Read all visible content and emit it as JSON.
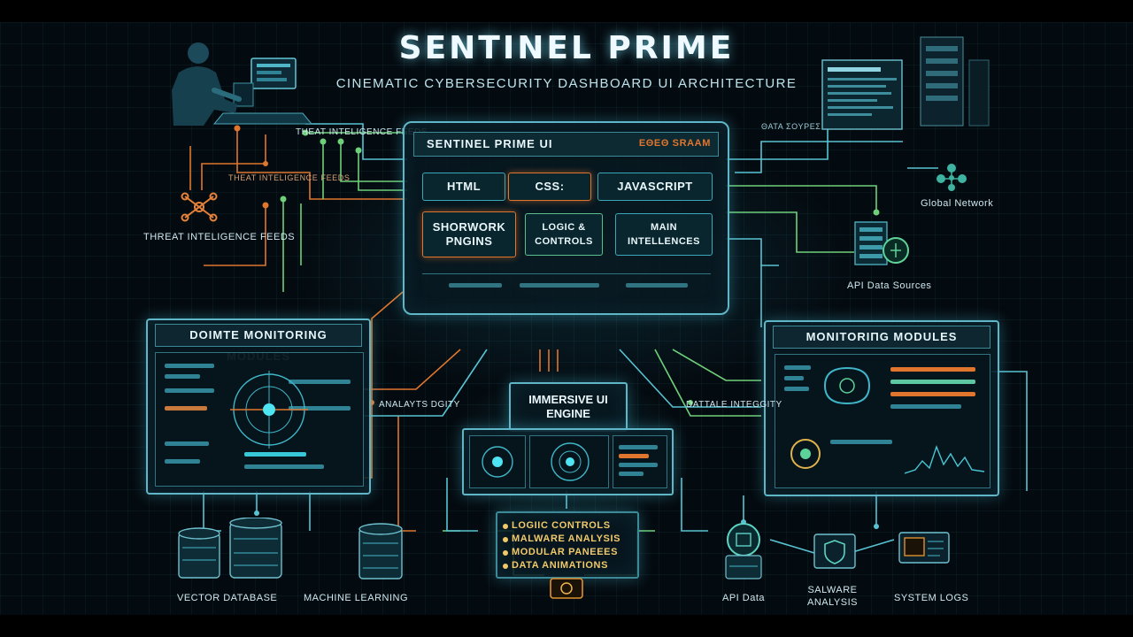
{
  "header": {
    "title": "SENTINEL PRIME",
    "subtitle": "CINEMATIC CYBERSECURITY DASHBOARD UI ARCHITECTURE"
  },
  "core_panel": {
    "title": "SENTINEL PRIME UI",
    "tag": "ΕΘΕΘ ЅRAAM",
    "chips": [
      {
        "label": "HTML",
        "accent": "teal"
      },
      {
        "label": "CSS:",
        "accent": "orange"
      },
      {
        "label": "JAVASCRIPT",
        "accent": "teal"
      },
      {
        "label": "SHORWORK\nPNGINS",
        "accent": "orange"
      },
      {
        "label": "LOGIC &\nCONTROLS",
        "accent": "green"
      },
      {
        "label": "MAIN\nINTELLENCES",
        "accent": "teal"
      }
    ]
  },
  "labels": {
    "threat_top": "ΤΗΕΑΤ ΙΝΤΕLIGENCE FEEDS",
    "threat_mid": "ΤΗΕΑΤ ΙΝΤΕLIGENCE FEEDS",
    "threat_left": "THREAT INTELIGENCE FEEDS",
    "global_network": "Global Network",
    "api_sources": "API Data Sources",
    "top_right_tag": "ΘΑΤΑ ΣΟΥΡΕΣ",
    "analysis_left": "ANALAYTS DGITY",
    "integrity_right": "DATTALE INTEGGITY"
  },
  "left_module": {
    "title": "DOIMTE MONITORING MODULES"
  },
  "right_module": {
    "title": "MONITORIΠG MODULES"
  },
  "engine": {
    "title": "IMMERSIVE UI\nENGINE",
    "items": [
      "LOGIIC CONTROLS",
      "MALWARE ANALYSIS",
      "MODULAR PANEEES",
      "DATA ANIMATIONS"
    ]
  },
  "bottom": {
    "vector_db": "VECTOR DATABASE",
    "ml": "MACHINE LEARNING",
    "api_data": "API Data",
    "malware": "SALWARE\nANALYSIS",
    "logs": "SYSTEM LOGS"
  },
  "colors": {
    "teal": "#5fb6c6",
    "orange": "#e0762e",
    "green": "#6fd07a",
    "yellow": "#f0c96a",
    "bg": "#040b10"
  },
  "icons": [
    "hacker-silhouette-icon",
    "network-nodes-icon",
    "server-rack-icon",
    "globe-network-icon",
    "database-icon",
    "shield-icon",
    "log-icon"
  ]
}
